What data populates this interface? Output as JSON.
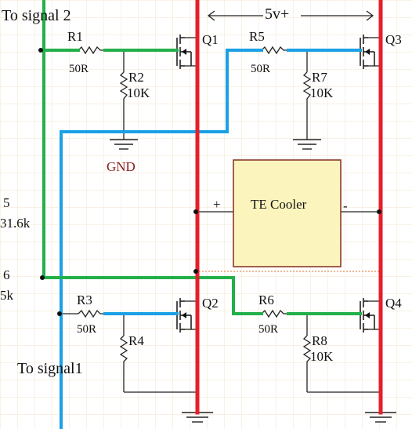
{
  "labels": {
    "signal2": "To signal 2",
    "signal1": "To signal1",
    "supply": "5v+",
    "gnd": "GND",
    "cooler": "TE Cooler",
    "plus": "+",
    "minus": "-",
    "partial_5": "5",
    "partial_1_6k": "31.6k",
    "partial_6": "6",
    "partial_k": "5k"
  },
  "resistors": {
    "r1": {
      "ref": "R1",
      "value": "50R"
    },
    "r2": {
      "ref": "R2",
      "value": "10K"
    },
    "r3": {
      "ref": "R3",
      "value": "50R"
    },
    "r4": {
      "ref": "R4"
    },
    "r5": {
      "ref": "R5",
      "value": "50R"
    },
    "r6": {
      "ref": "R6",
      "value": "50R"
    },
    "r7": {
      "ref": "R7",
      "value": "10K"
    },
    "r8": {
      "ref": "R8",
      "value": "10K"
    }
  },
  "mosfets": {
    "q1": "Q1",
    "q2": "Q2",
    "q3": "Q3",
    "q4": "Q4"
  },
  "colors": {
    "power_rail": "#e61e2a",
    "signal_blue": "#1aa0e6",
    "signal_green": "#22b04a",
    "cooler_fill": "#fbf5bd",
    "gnd_text": "#8a1a1a"
  }
}
